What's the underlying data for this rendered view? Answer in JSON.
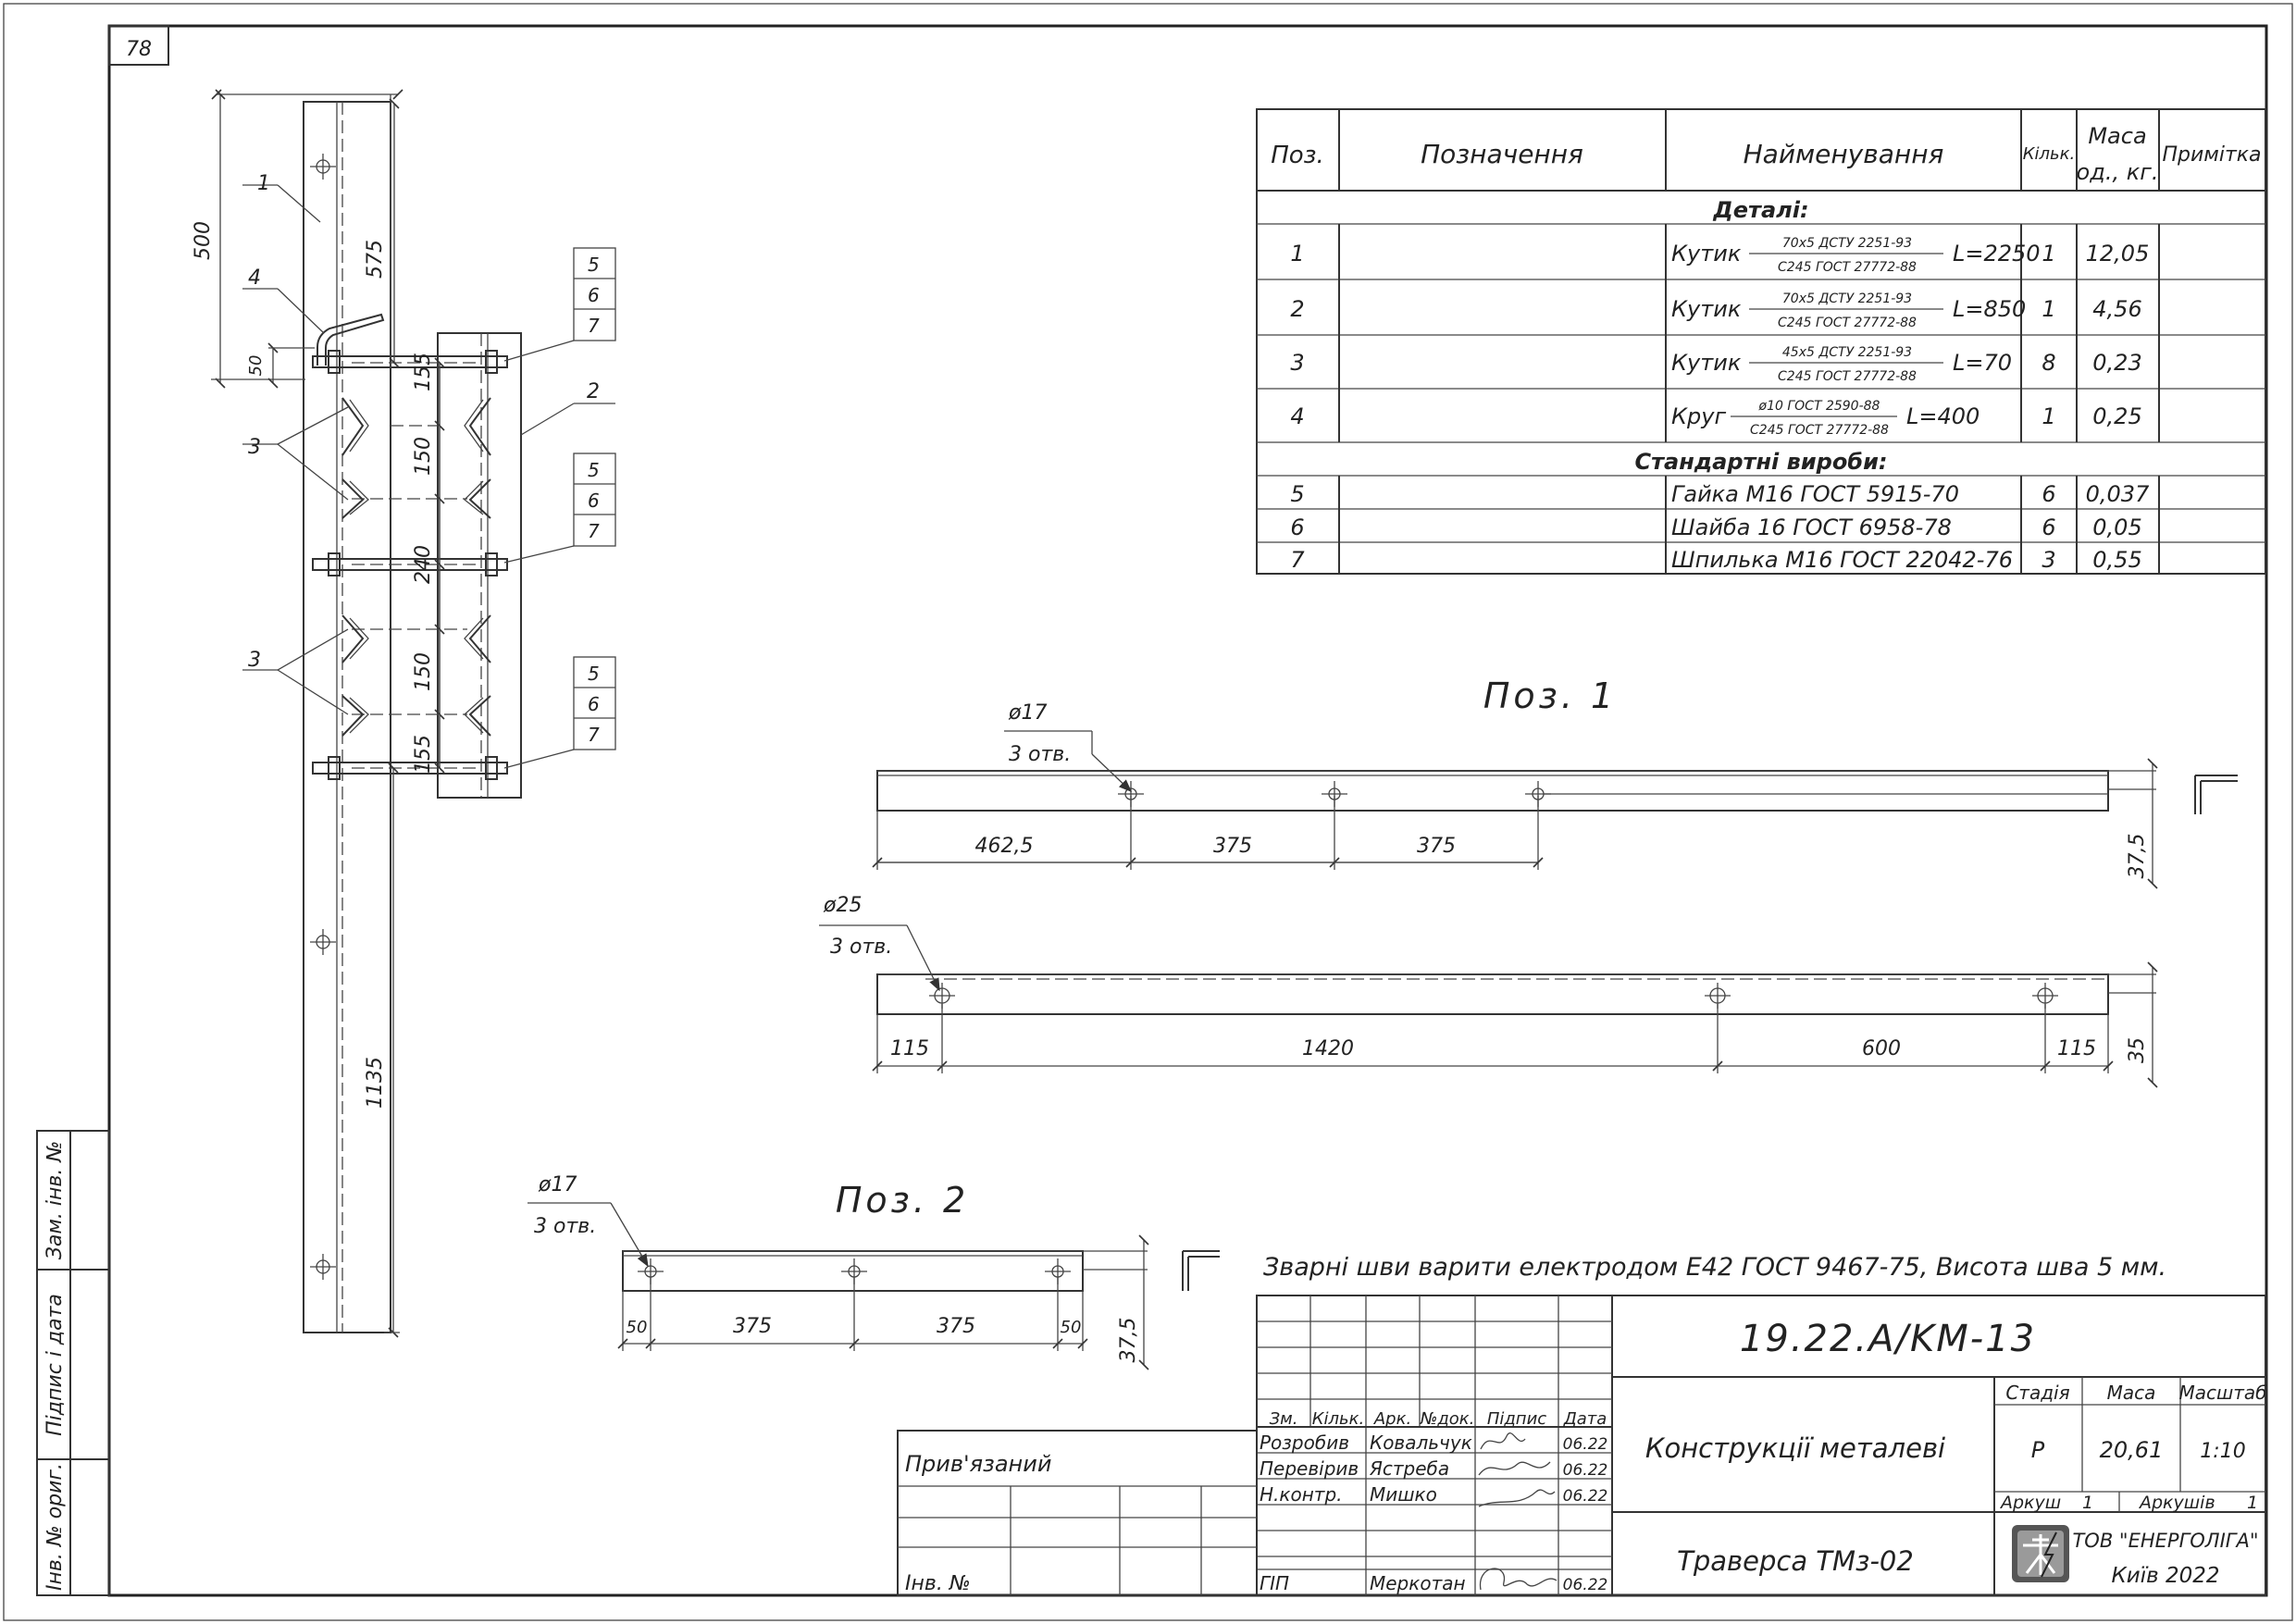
{
  "sheet": {
    "number": "78"
  },
  "spec": {
    "headers": {
      "pos": "Поз.",
      "designation": "Позначення",
      "name": "Найменування",
      "qty": "Кільк.",
      "mass1": "Маса",
      "mass2": "од., кг.",
      "note": "Примітка"
    },
    "section_details": "Деталі:",
    "section_standard": "Стандартні вироби:",
    "rows": [
      {
        "pos": "1",
        "name": "Кутик",
        "top": "70x5 ДСТУ 2251-93",
        "bottom": "С245 ГОСТ 27772-88",
        "len": "L=2250",
        "qty": "1",
        "mass": "12,05"
      },
      {
        "pos": "2",
        "name": "Кутик",
        "top": "70x5 ДСТУ 2251-93",
        "bottom": "С245 ГОСТ 27772-88",
        "len": "L=850",
        "qty": "1",
        "mass": "4,56"
      },
      {
        "pos": "3",
        "name": "Кутик",
        "top": "45x5 ДСТУ 2251-93",
        "bottom": "С245 ГОСТ 27772-88",
        "len": "L=70",
        "qty": "8",
        "mass": "0,23"
      },
      {
        "pos": "4",
        "name": "Круг",
        "top": "ø10 ГОСТ 2590-88",
        "bottom": "С245 ГОСТ 27772-88",
        "len": "L=400",
        "qty": "1",
        "mass": "0,25"
      }
    ],
    "std_rows": [
      {
        "pos": "5",
        "name": "Гайка М16 ГОСТ 5915-70",
        "qty": "6",
        "mass": "0,037"
      },
      {
        "pos": "6",
        "name": "Шайба 16 ГОСТ 6958-78",
        "qty": "6",
        "mass": "0,05"
      },
      {
        "pos": "7",
        "name": "Шпилька М16 ГОСТ 22042-76",
        "qty": "3",
        "mass": "0,55"
      }
    ]
  },
  "assembly": {
    "dims": {
      "d500": "500",
      "d575": "575",
      "d50": "50",
      "d155a": "155",
      "d150a": "150",
      "d240": "240",
      "d150b": "150",
      "d155b": "155",
      "d1135": "1135"
    },
    "callouts": {
      "c1": "1",
      "c2": "2",
      "c3a": "3",
      "c3b": "3",
      "c4": "4",
      "c5a": "5",
      "c6a": "6",
      "c7a": "7",
      "c5b": "5",
      "c6b": "6",
      "c7b": "7",
      "c5c": "5",
      "c6c": "6",
      "c7c": "7"
    }
  },
  "pos1": {
    "title": "Поз. 1",
    "hole1": "ø17",
    "holes1": "3 отв.",
    "d1": "462,5",
    "d2": "375",
    "d3": "375",
    "h1": "37,5",
    "hole2": "ø25",
    "holes2": "3 отв.",
    "e1": "115",
    "e2": "1420",
    "e3": "600",
    "e4": "115",
    "h2": "35"
  },
  "pos2": {
    "title": "Поз. 2",
    "hole": "ø17",
    "holes": "3 отв.",
    "d1": "50",
    "d2": "375",
    "d3": "375",
    "d4": "50",
    "h": "37,5"
  },
  "note": "Зварні шви варити електродом Е42 ГОСТ 9467-75, Висота шва 5 мм.",
  "stamp": {
    "code": "19.22.A/KM-13",
    "privyaz": "Прив'язаний",
    "inv": "Інв. №",
    "cols": {
      "zm": "Зм.",
      "kilk": "Кільк.",
      "ark": "Арк.",
      "ndok": "№док.",
      "pidpys": "Підпис",
      "data": "Дата"
    },
    "people": [
      {
        "role": "Розробив",
        "name": "Ковальчук",
        "date": "06.22"
      },
      {
        "role": "Перевірив",
        "name": "Ястреба",
        "date": "06.22"
      },
      {
        "role": "Н.контр.",
        "name": "Мишко",
        "date": "06.22"
      },
      {
        "role": "ГІП",
        "name": "Меркотан",
        "date": "06.22"
      }
    ],
    "title": "Конструкції металеві",
    "subtitle": "Траверса ТМз-02",
    "stage_h": "Стадія",
    "mass_h": "Маса",
    "scale_h": "Масштаб",
    "stage": "Р",
    "mass": "20,61",
    "scale": "1:10",
    "sheet_l": "Аркуш",
    "sheet_v": "1",
    "sheets_l": "Аркушів",
    "sheets_v": "1",
    "company": "ТОВ \"ЕНЕРГОЛІГА\"",
    "city": "Київ 2022"
  },
  "side": {
    "inv_orig": "Інв. № ориг.",
    "sign_date": "Підпис і дата",
    "zam_inv": "Зам. інв. №"
  }
}
